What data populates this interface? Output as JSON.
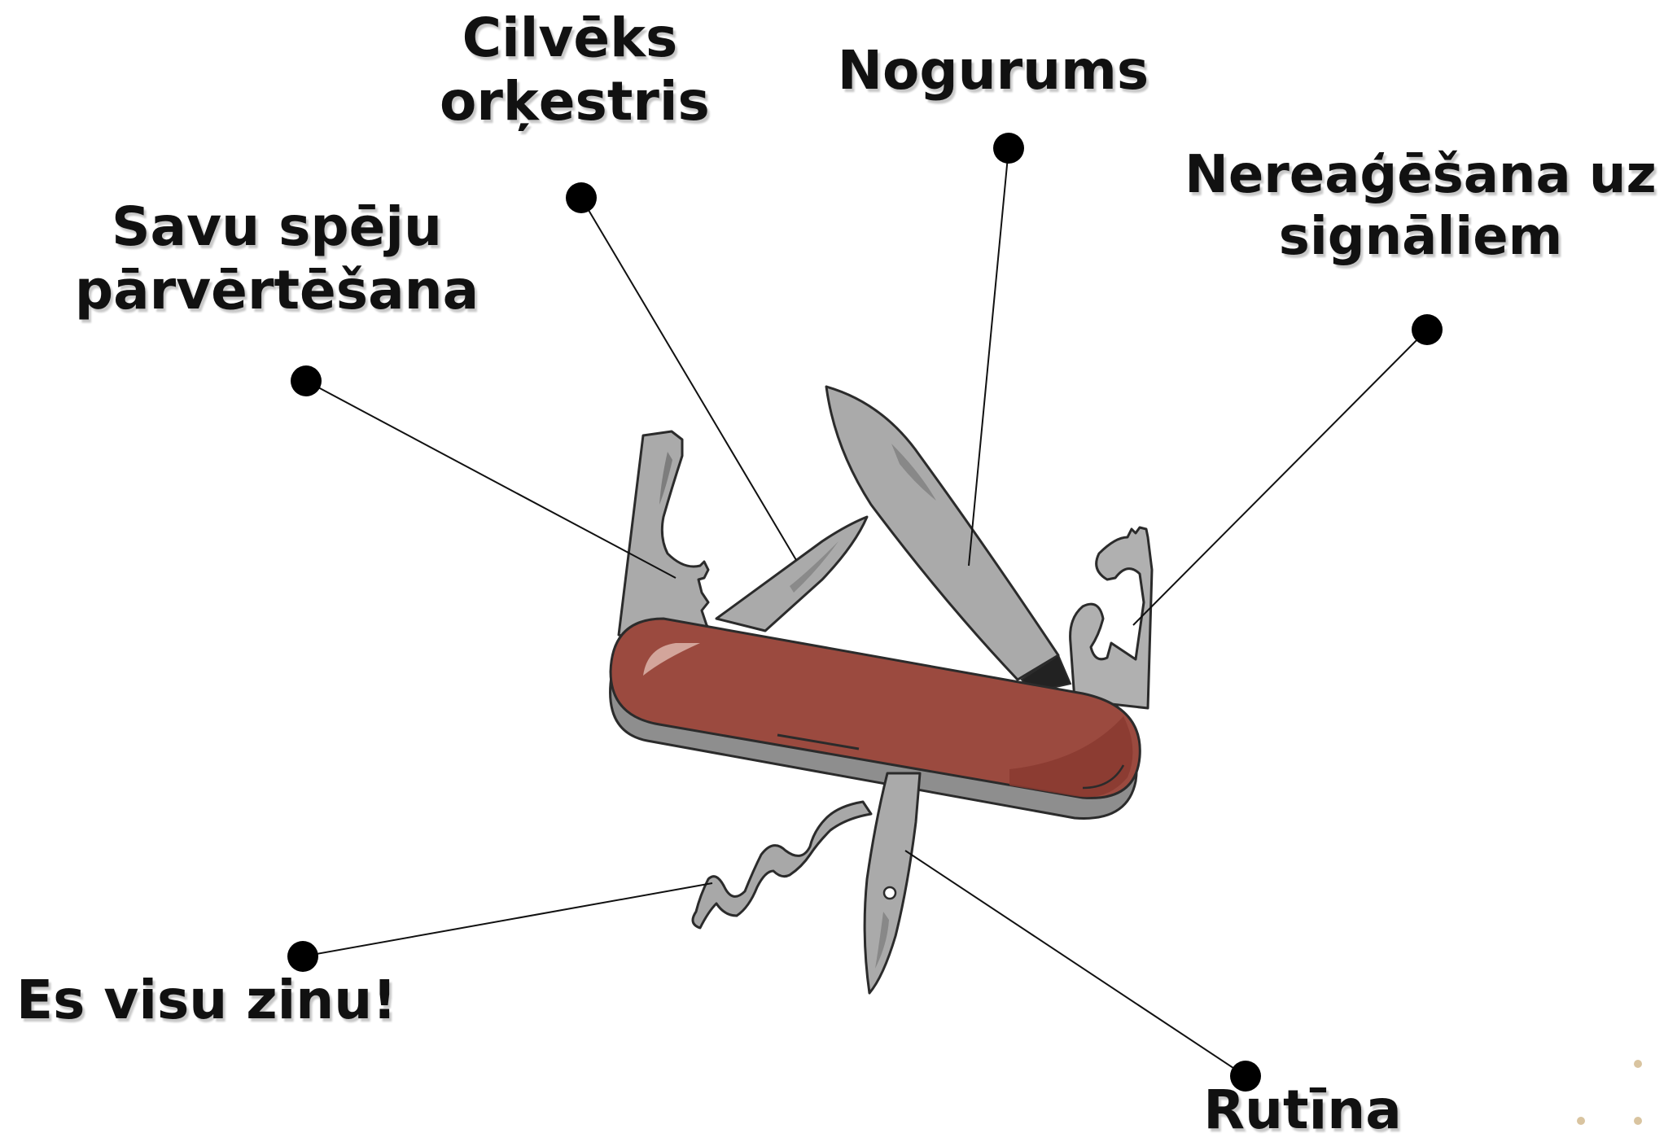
{
  "labels": {
    "cilveks": {
      "line1": "Cilvēks",
      "line2": "orķestris"
    },
    "nogurums": {
      "line1": "Nogurums"
    },
    "nereageshana": {
      "line1": "Nereaģēšana uz",
      "line2": "signāliem"
    },
    "savu_speju": {
      "line1": "Savu spēju",
      "line2": "pārvērtēšana"
    },
    "es_visu_zinu": {
      "line1": "Es visu zinu!"
    },
    "rutina": {
      "line1": "Rutīna"
    }
  },
  "colors": {
    "handle_red": "#9b4a3f",
    "handle_dark": "#8c3a30",
    "tool_gray": "#aaaaaa",
    "tool_light": "#b7b7b7",
    "outline": "#2b2b2b",
    "text": "#111111",
    "decor_dots": "#d9c4a0"
  },
  "icons": {
    "illustration": "swiss-army-knife-icon",
    "decoration": "dot-grid-decoration"
  }
}
